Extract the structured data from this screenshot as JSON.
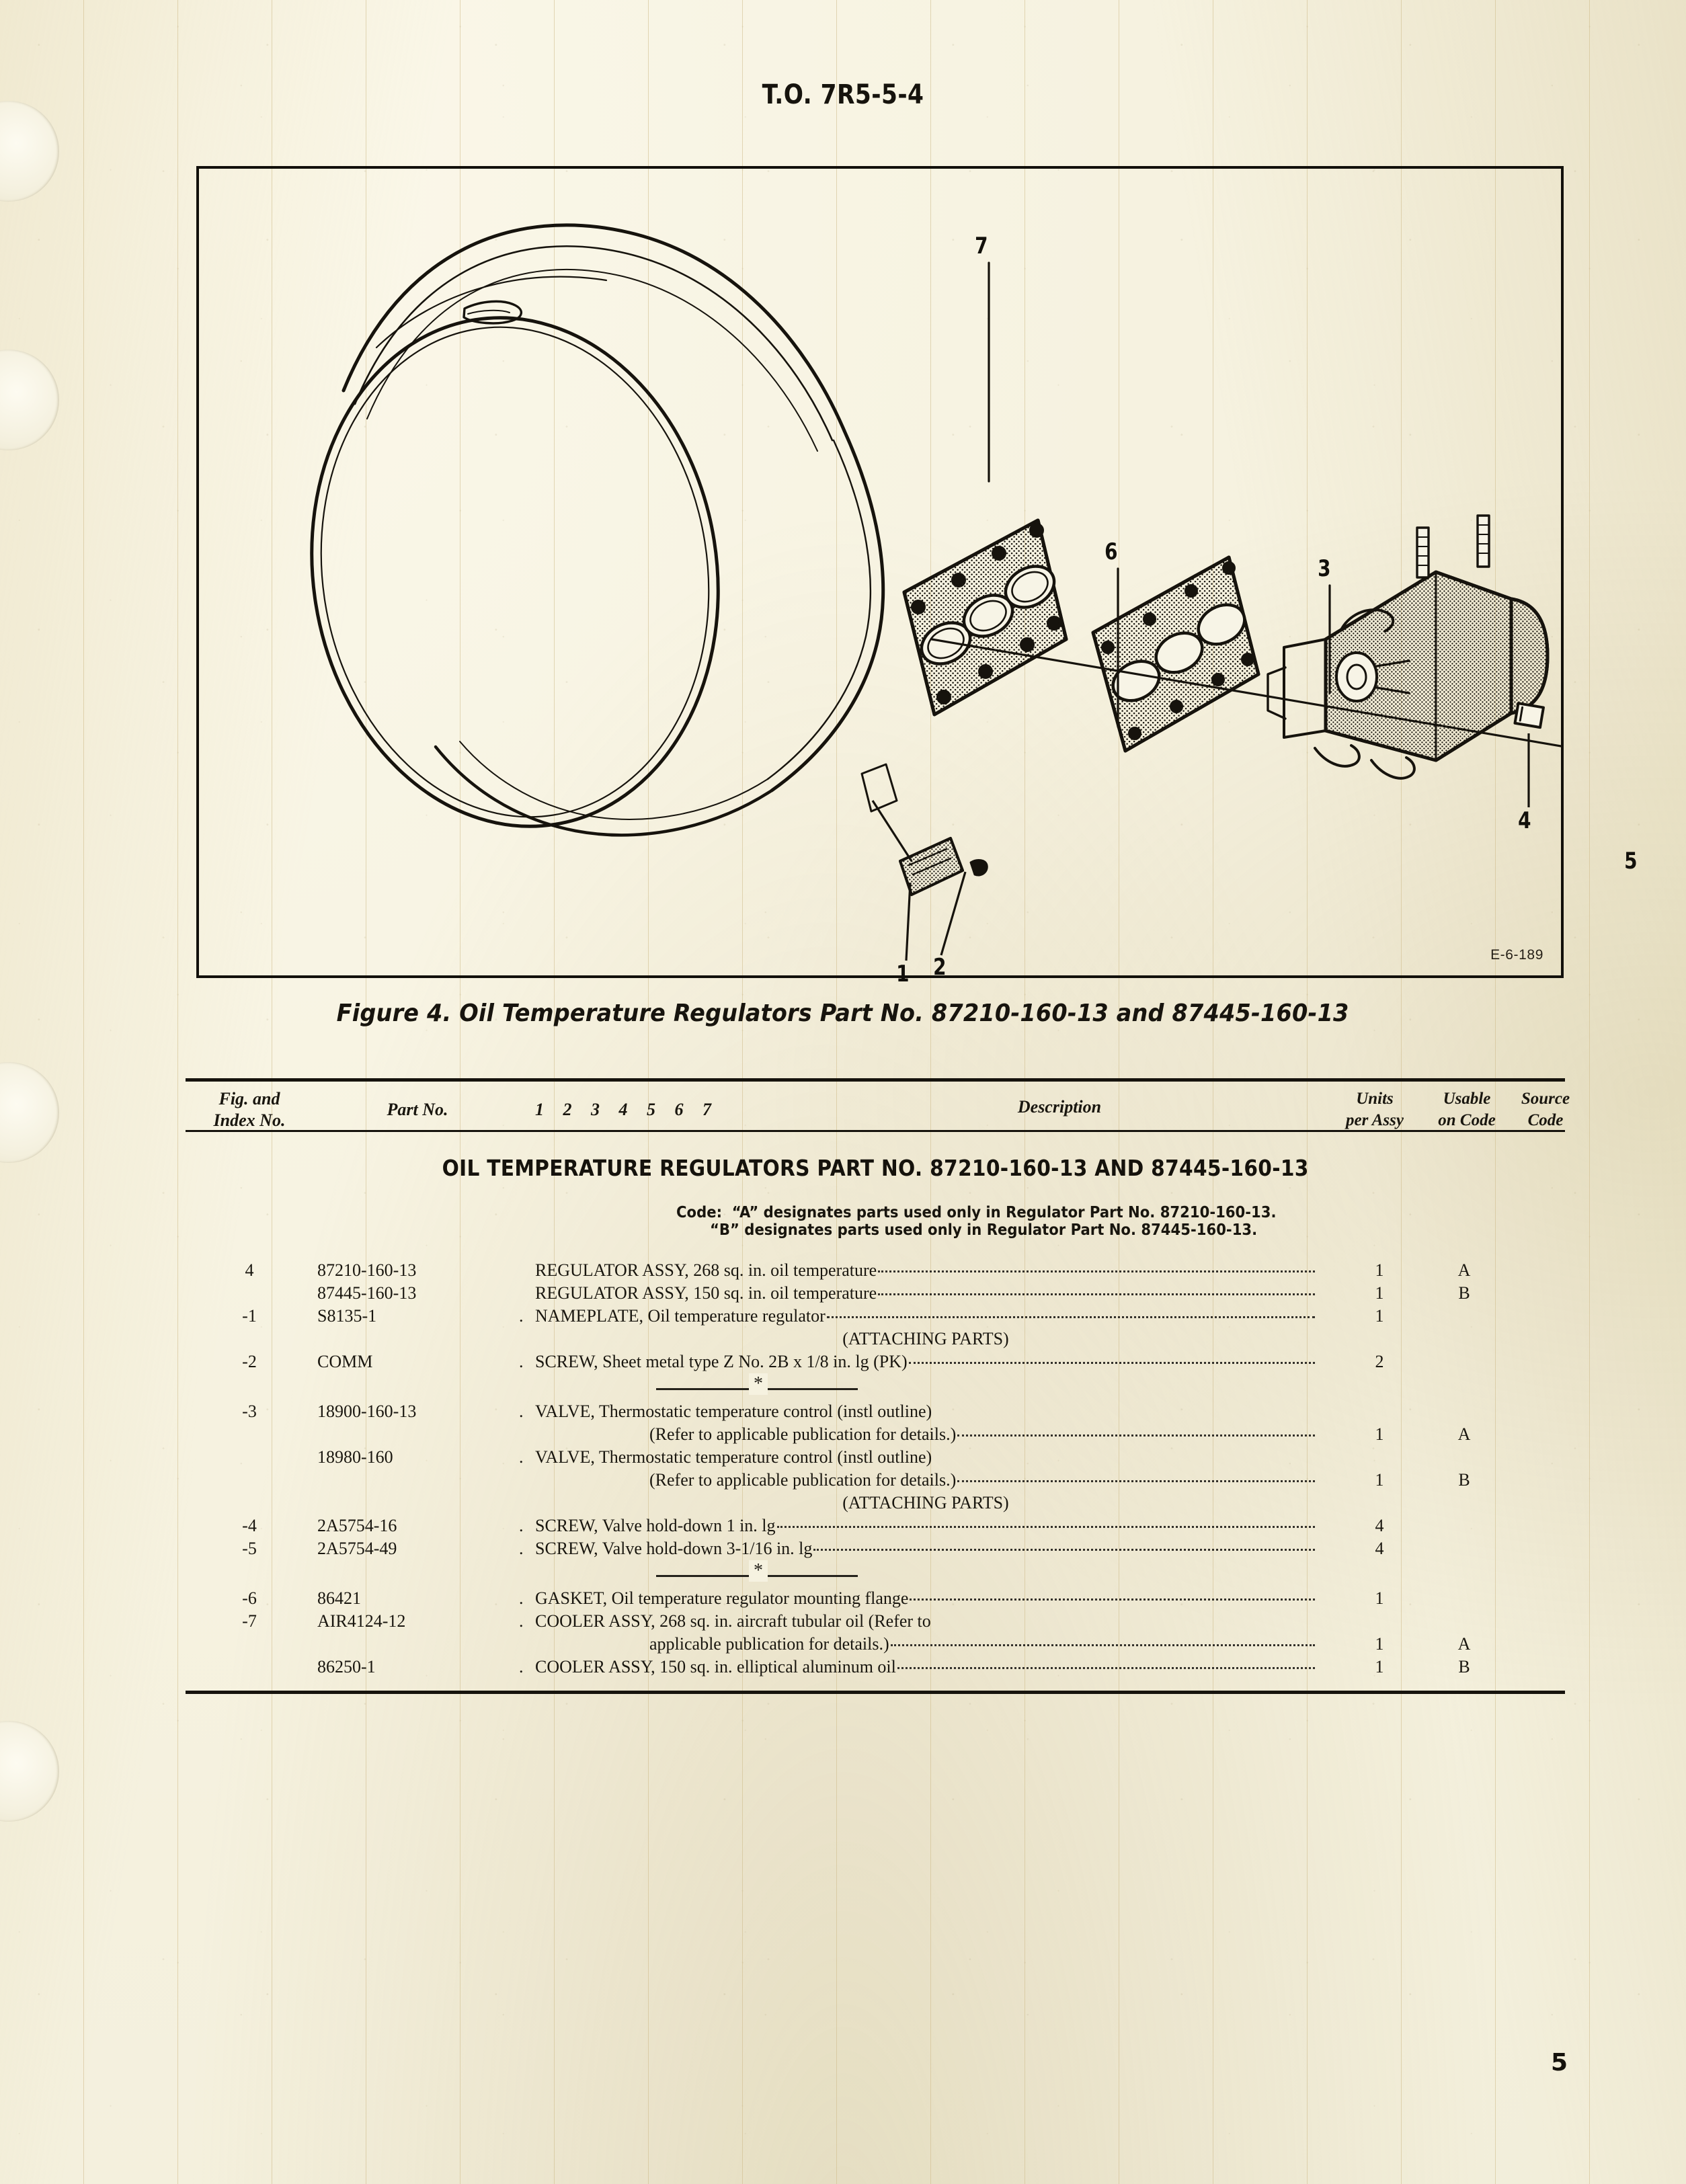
{
  "document": {
    "header_title": "T.O. 7R5-5-4",
    "page_number": "5"
  },
  "figure": {
    "caption": "Figure 4. Oil Temperature Regulators Part No. 87210-160-13 and 87445-160-13",
    "drawing_code": "E-6-189",
    "callouts": [
      {
        "label": "7"
      },
      {
        "label": "6"
      },
      {
        "label": "3"
      },
      {
        "label": "5"
      },
      {
        "label": "4"
      },
      {
        "label": "1"
      },
      {
        "label": "2"
      }
    ]
  },
  "table": {
    "headers": {
      "fig_index_l1": "Fig. and",
      "fig_index_l2": "Index No.",
      "part_no": "Part No.",
      "indent_numbers": "1 2 3 4 5 6 7",
      "description": "Description",
      "units_l1": "Units",
      "units_l2": "per Assy",
      "usable_l1": "Usable",
      "usable_l2": "on Code",
      "source_l1": "Source",
      "source_l2": "Code"
    },
    "group_title": "OIL TEMPERATURE REGULATORS PART NO. 87210-160-13 AND 87445-160-13",
    "code_note_line1": "Code:  “A” designates parts used only in Regulator Part No. 87210-160-13.",
    "code_note_line2": "“B” designates parts used only in Regulator Part No. 87445-160-13.",
    "rows": [
      {
        "type": "item",
        "index": "4",
        "part_no": "87210-160-13",
        "dot": "",
        "desc": "REGULATOR ASSY, 268 sq. in. oil temperature",
        "units": "1",
        "code": "A"
      },
      {
        "type": "item",
        "index": "",
        "part_no": "87445-160-13",
        "dot": "",
        "desc": "REGULATOR ASSY, 150 sq. in. oil temperature",
        "units": "1",
        "code": "B"
      },
      {
        "type": "item",
        "index": "-1",
        "part_no": "S8135-1",
        "dot": ".",
        "desc": "NAMEPLATE, Oil temperature regulator",
        "units": "1",
        "code": ""
      },
      {
        "type": "center",
        "text": "(ATTACHING PARTS)"
      },
      {
        "type": "item",
        "index": "-2",
        "part_no": "COMM",
        "dot": ".",
        "desc": "SCREW, Sheet metal type Z No. 2B x 1/8 in. lg (PK)",
        "units": "2",
        "code": ""
      },
      {
        "type": "star"
      },
      {
        "type": "item-nolead",
        "index": "-3",
        "part_no": "18900-160-13",
        "dot": ".",
        "desc": "VALVE, Thermostatic temperature control (instl outline)",
        "units": "",
        "code": ""
      },
      {
        "type": "cont",
        "index": "",
        "part_no": "",
        "desc": "(Refer to applicable publication for details.)",
        "units": "1",
        "code": "A"
      },
      {
        "type": "item-nolead",
        "index": "",
        "part_no": "18980-160",
        "dot": ".",
        "desc": "VALVE, Thermostatic temperature control (instl outline)",
        "units": "",
        "code": ""
      },
      {
        "type": "cont",
        "index": "",
        "part_no": "",
        "desc": "(Refer to applicable publication for details.)",
        "units": "1",
        "code": "B"
      },
      {
        "type": "center",
        "text": "(ATTACHING PARTS)"
      },
      {
        "type": "item",
        "index": "-4",
        "part_no": "2A5754-16",
        "dot": ".",
        "desc": "SCREW, Valve hold-down 1 in. lg",
        "units": "4",
        "code": ""
      },
      {
        "type": "item",
        "index": "-5",
        "part_no": "2A5754-49",
        "dot": ".",
        "desc": "SCREW, Valve hold-down 3-1/16 in. lg",
        "units": "4",
        "code": ""
      },
      {
        "type": "star"
      },
      {
        "type": "item",
        "index": "-6",
        "part_no": "86421",
        "dot": ".",
        "desc": "GASKET, Oil temperature regulator mounting flange",
        "units": "1",
        "code": ""
      },
      {
        "type": "item-nolead",
        "index": "-7",
        "part_no": "AIR4124-12",
        "dot": ".",
        "desc": "COOLER ASSY, 268 sq. in. aircraft tubular oil (Refer to",
        "units": "",
        "code": ""
      },
      {
        "type": "cont",
        "index": "",
        "part_no": "",
        "desc": "applicable publication for details.)",
        "units": "1",
        "code": "A"
      },
      {
        "type": "item",
        "index": "",
        "part_no": "86250-1",
        "dot": ".",
        "desc": "COOLER ASSY, 150 sq. in. elliptical aluminum oil",
        "units": "1",
        "code": "B"
      }
    ]
  }
}
